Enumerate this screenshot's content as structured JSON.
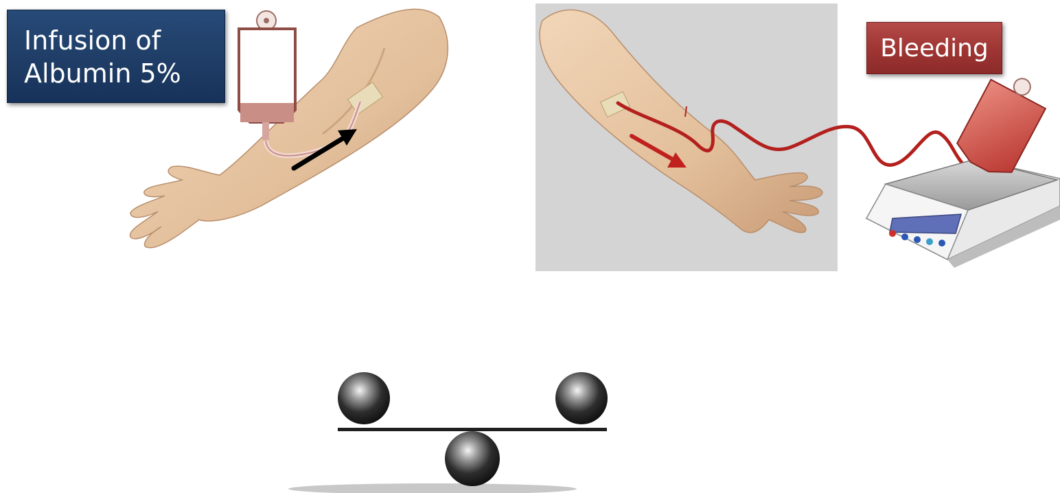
{
  "infusion_label": {
    "line1": "Infusion of",
    "line2": "Albumin 5%"
  },
  "bleeding_label": {
    "text": "Bleeding"
  },
  "colors": {
    "infusion_box": "#1f3d66",
    "bleeding_box": "#9e3533",
    "skin": "#e8c9a8",
    "blood": "#c0201e",
    "arrow_infusion": "#000000",
    "arrow_bleeding": "#c0201e",
    "panel_background": "#d4d4d4"
  },
  "icons": [
    "iv-bag-icon",
    "blood-bag-icon",
    "scale-icon",
    "balance-icon",
    "arm-illustration"
  ]
}
